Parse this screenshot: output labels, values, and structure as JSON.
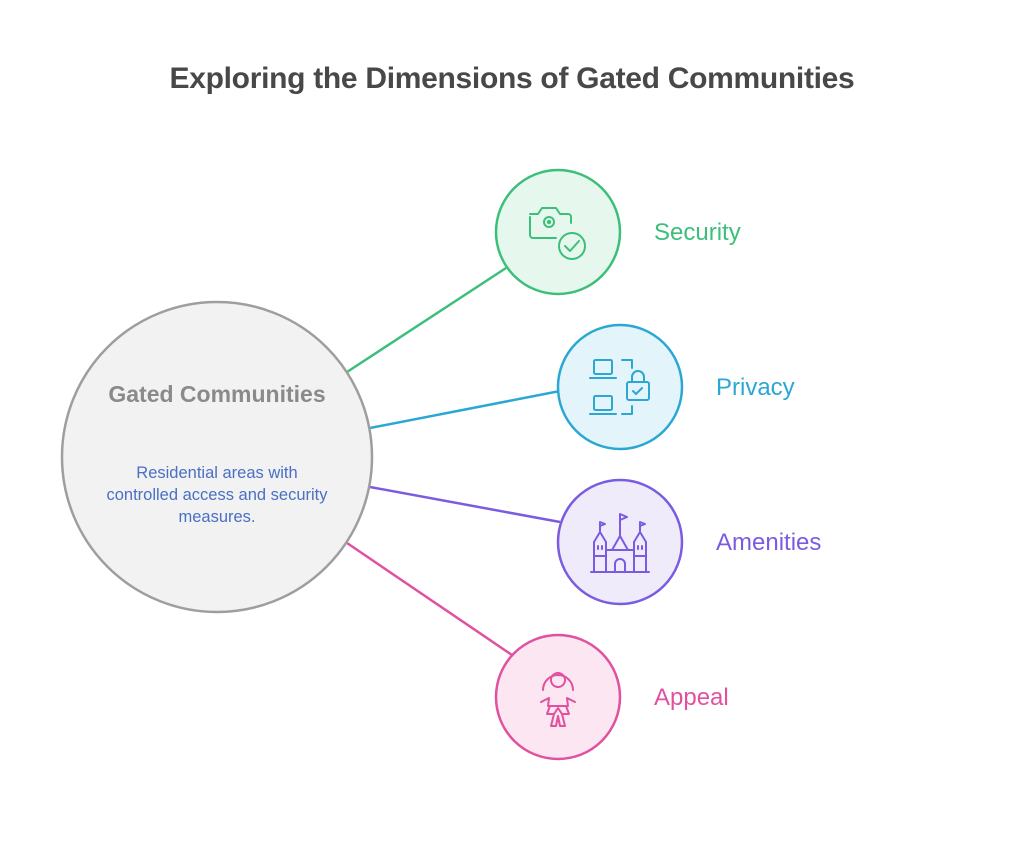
{
  "title": "Exploring the Dimensions of Gated Communities",
  "hub": {
    "title": "Gated Communities",
    "description": "Residential areas with controlled access and security measures."
  },
  "branches": [
    {
      "label": "Security",
      "icon": "camera-check-icon",
      "color": "#3cbf7a",
      "fill": "#e6f8ee"
    },
    {
      "label": "Privacy",
      "icon": "laptops-lock-icon",
      "color": "#2aa7d3",
      "fill": "#e4f4fb"
    },
    {
      "label": "Amenities",
      "icon": "castle-icon",
      "color": "#7b5ce0",
      "fill": "#efebfb"
    },
    {
      "label": "Appeal",
      "icon": "child-jump-rope-icon",
      "color": "#e0519f",
      "fill": "#fce6f2"
    }
  ]
}
